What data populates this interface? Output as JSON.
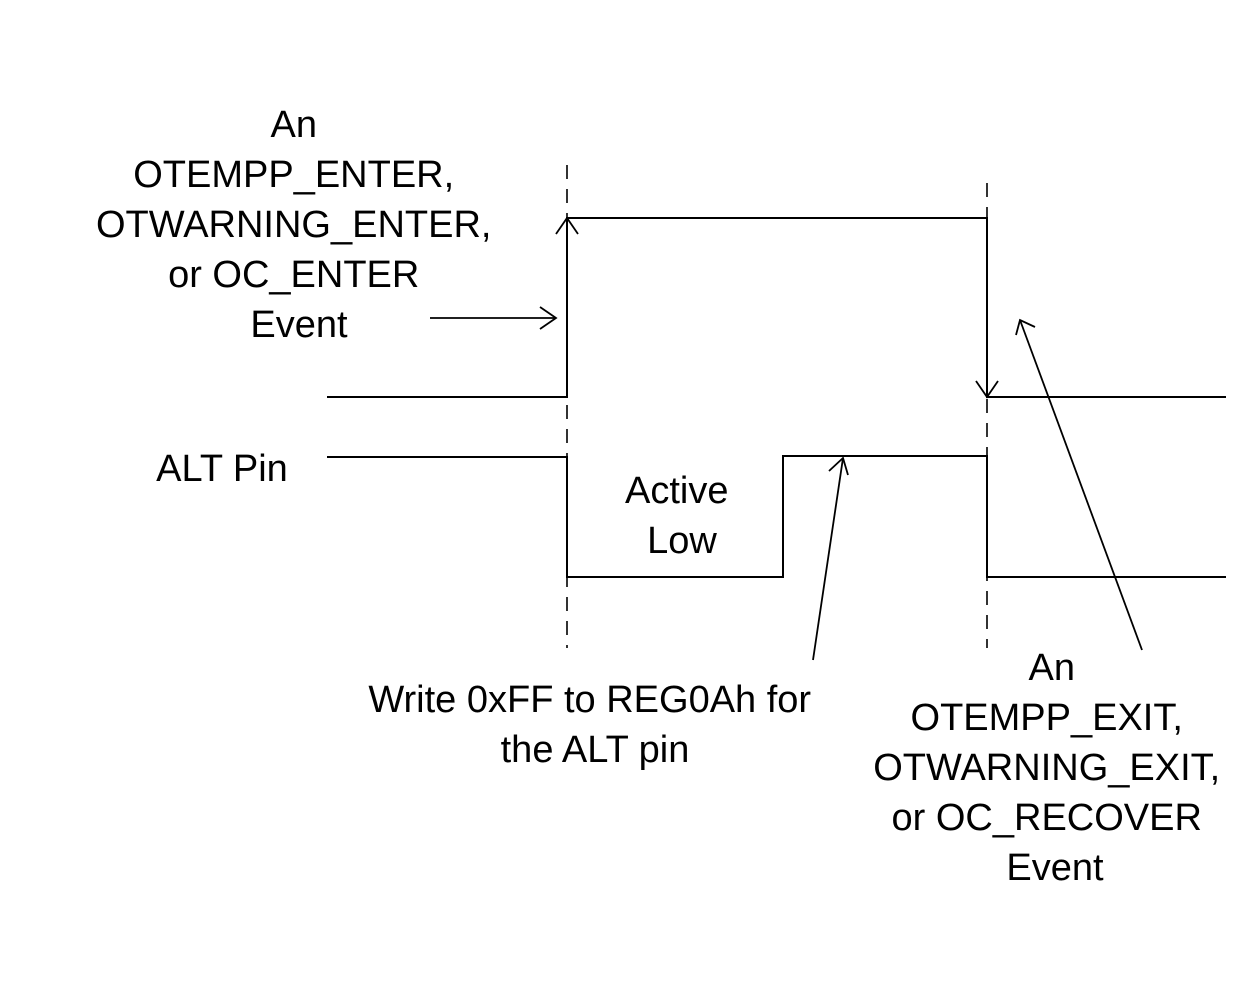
{
  "event_signal": {
    "enter_event_label": [
      "An",
      "OTEMPP_ENTER,",
      "OTWARNING_ENTER,",
      "or OC_ENTER",
      "Event"
    ],
    "exit_event_label": [
      "An",
      "OTEMPP_EXIT,",
      "OTWARNING_EXIT,",
      "or OC_RECOVER",
      "Event"
    ]
  },
  "alt_signal": {
    "label": "ALT Pin",
    "active_label": [
      "Active",
      "Low"
    ]
  },
  "write_note": [
    "Write 0xFF to REG0Ah for",
    "the ALT pin"
  ]
}
